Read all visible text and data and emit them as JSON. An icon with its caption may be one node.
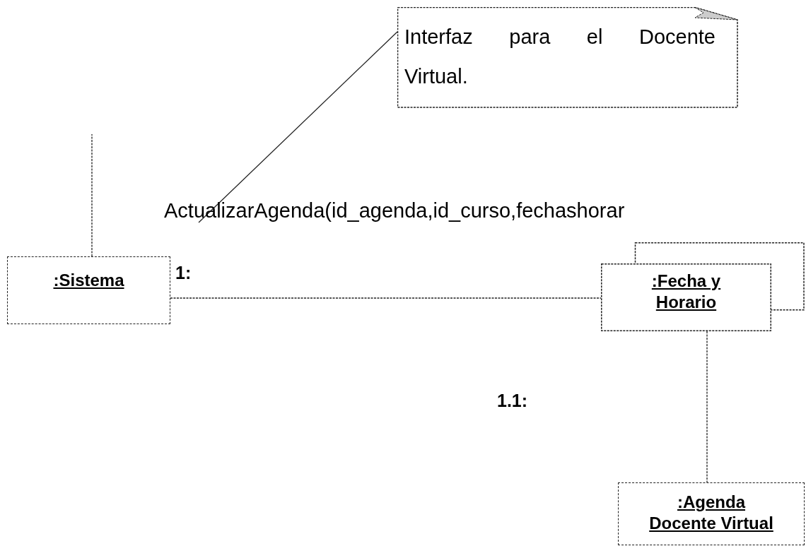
{
  "diagram": {
    "nodes": [
      {
        "text": [
          "Interfaz para el Docente Virtual."
        ]
      },
      {
        "text": [
          ":Sistema"
        ]
      },
      {
        "text": [
          ":Fecha y Horario"
        ]
      },
      {
        "text": [
          ":Agenda Docente Virtual"
        ]
      },
      {
        "text": [
          "ActualizarAgenda(id_agenda,id_curso,fechashorar"
        ]
      }
    ],
    "edges": [
      {
        "from": 0,
        "to": 4,
        "arrow": "none"
      },
      {
        "from": 1,
        "to": null,
        "arrow": "none",
        "style": "dashed"
      },
      {
        "from": 1,
        "to": 2,
        "arrow": "none",
        "style": "dashed"
      },
      {
        "from": 2,
        "to": 3,
        "arrow": "none",
        "style": "dashed"
      }
    ],
    "labels": [
      "1:",
      "1.1:"
    ]
  }
}
